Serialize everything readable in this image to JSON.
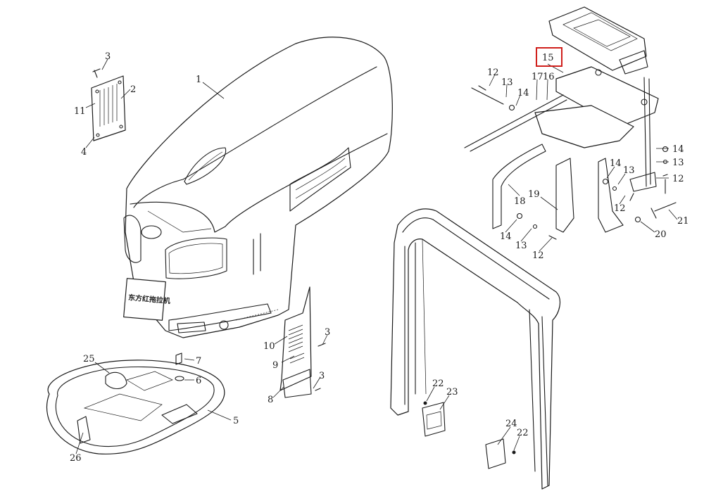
{
  "highlight": {
    "label": "15",
    "color": "#d0201c"
  },
  "plate_text": "东方红拖拉机",
  "callouts": [
    {
      "id": "c1",
      "label": "1"
    },
    {
      "id": "c2",
      "label": "2"
    },
    {
      "id": "c3a",
      "label": "3"
    },
    {
      "id": "c11",
      "label": "11"
    },
    {
      "id": "c4",
      "label": "4"
    },
    {
      "id": "c12a",
      "label": "12"
    },
    {
      "id": "c13a",
      "label": "13"
    },
    {
      "id": "c14a",
      "label": "14"
    },
    {
      "id": "c17",
      "label": "17"
    },
    {
      "id": "c16",
      "label": "16"
    },
    {
      "id": "c14b",
      "label": "14"
    },
    {
      "id": "c13b",
      "label": "13"
    },
    {
      "id": "c12b",
      "label": "12"
    },
    {
      "id": "c14c",
      "label": "14"
    },
    {
      "id": "c13c",
      "label": "13"
    },
    {
      "id": "c12c",
      "label": "12"
    },
    {
      "id": "c18",
      "label": "18"
    },
    {
      "id": "c19",
      "label": "19"
    },
    {
      "id": "c14d",
      "label": "14"
    },
    {
      "id": "c13d",
      "label": "13"
    },
    {
      "id": "c12d",
      "label": "12"
    },
    {
      "id": "c20",
      "label": "20"
    },
    {
      "id": "c21",
      "label": "21"
    },
    {
      "id": "c3b",
      "label": "3"
    },
    {
      "id": "c10",
      "label": "10"
    },
    {
      "id": "c9",
      "label": "9"
    },
    {
      "id": "c3c",
      "label": "3"
    },
    {
      "id": "c8",
      "label": "8"
    },
    {
      "id": "c7",
      "label": "7"
    },
    {
      "id": "c6",
      "label": "6"
    },
    {
      "id": "c25",
      "label": "25"
    },
    {
      "id": "c5",
      "label": "5"
    },
    {
      "id": "c26",
      "label": "26"
    },
    {
      "id": "c22a",
      "label": "22"
    },
    {
      "id": "c23",
      "label": "23"
    },
    {
      "id": "c24",
      "label": "24"
    },
    {
      "id": "c22b",
      "label": "22"
    }
  ]
}
